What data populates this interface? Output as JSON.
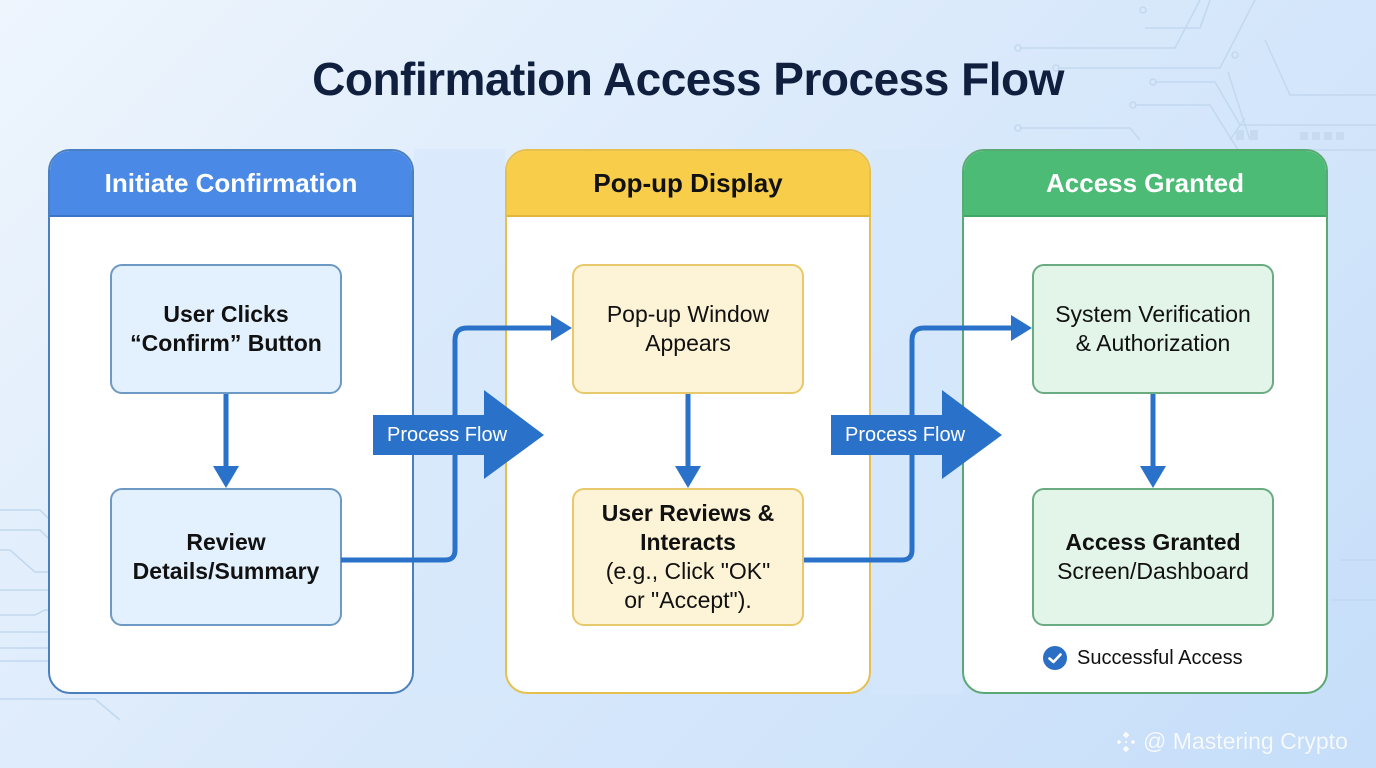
{
  "title": "Confirmation Access Process Flow",
  "colors": {
    "flow_arrow": "#2a72c9",
    "stage1_header": "#4a8ae6",
    "stage2_header": "#f7cd4a",
    "stage3_header": "#4cbb76",
    "title_text": "#0f1f3d"
  },
  "stages": [
    {
      "header": "Initiate Confirmation",
      "steps": [
        {
          "lines": [
            "User Clicks",
            "“Confirm” Button"
          ]
        },
        {
          "lines": [
            "Review",
            "Details/Summary"
          ]
        }
      ]
    },
    {
      "header": "Pop-up Display",
      "steps": [
        {
          "lines": [
            "Pop-up Window",
            "Appears"
          ]
        },
        {
          "bold_lines": [
            "User Reviews &",
            "Interacts"
          ],
          "lines": [
            "(e.g., Click \"OK\"",
            "or \"Accept\")."
          ]
        }
      ]
    },
    {
      "header": "Access Granted",
      "steps": [
        {
          "lines": [
            "System Verification",
            "& Authorization"
          ]
        },
        {
          "bold_lines": [
            "Access Granted"
          ],
          "lines": [
            "Screen/Dashboard"
          ]
        }
      ],
      "status": {
        "icon": "check-circle-icon",
        "text": "Successful Access"
      }
    }
  ],
  "connectors": [
    {
      "label": "Process Flow",
      "icon": "block-arrow-right-icon"
    },
    {
      "label": "Process Flow",
      "icon": "block-arrow-right-icon"
    }
  ],
  "watermark": {
    "icon": "binance-logo-icon",
    "text": "@ Mastering Crypto"
  }
}
